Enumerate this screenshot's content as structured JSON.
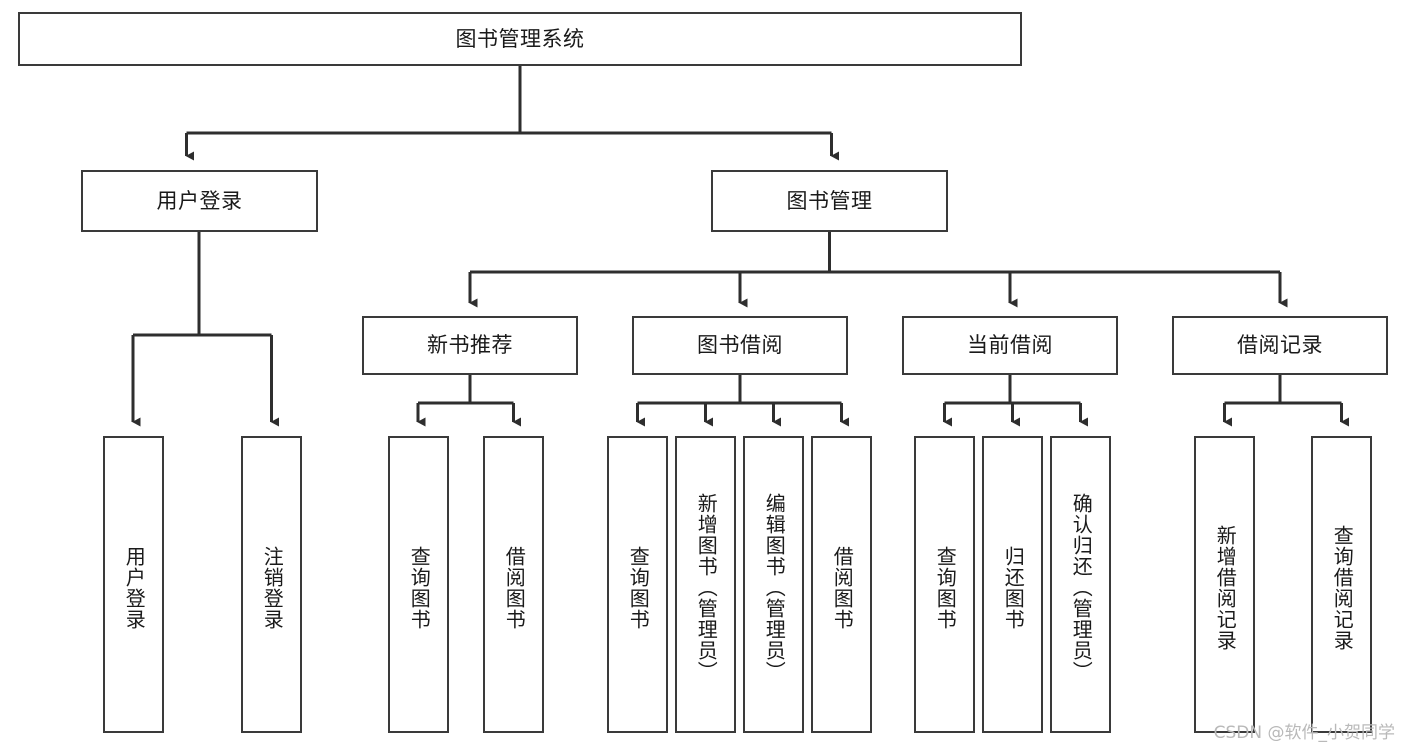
{
  "diagram": {
    "type": "tree-hierarchy",
    "title": "图书管理系统",
    "watermark": "CSDN @软件_小贺同学",
    "colors": {
      "background": "#ffffff",
      "border": "#3a3a3a",
      "line": "#2e2e2e",
      "text": "#1a1a1a",
      "watermark": "#b9b9b9"
    },
    "levels": {
      "root": {
        "label": "图书管理系统"
      },
      "level2": [
        {
          "id": "user-login",
          "label": "用户登录"
        },
        {
          "id": "book-management",
          "label": "图书管理"
        }
      ],
      "level3": [
        {
          "id": "new-book-recommend",
          "label": "新书推荐"
        },
        {
          "id": "book-borrow",
          "label": "图书借阅"
        },
        {
          "id": "current-borrow",
          "label": "当前借阅"
        },
        {
          "id": "borrow-record",
          "label": "借阅记录"
        }
      ],
      "leaves": [
        {
          "id": "leaf-user-login",
          "parent": "user-login",
          "label": "用户登录"
        },
        {
          "id": "leaf-logout-login",
          "parent": "user-login",
          "label": "注销登录"
        },
        {
          "id": "leaf-query-book-1",
          "parent": "new-book-recommend",
          "label": "查询图书"
        },
        {
          "id": "leaf-borrow-book-1",
          "parent": "new-book-recommend",
          "label": "借阅图书"
        },
        {
          "id": "leaf-query-book-2",
          "parent": "book-borrow",
          "label": "查询图书"
        },
        {
          "id": "leaf-add-book",
          "parent": "book-borrow",
          "label": "新增图书（管理员）"
        },
        {
          "id": "leaf-edit-book",
          "parent": "book-borrow",
          "label": "编辑图书（管理员）"
        },
        {
          "id": "leaf-borrow-book-2",
          "parent": "book-borrow",
          "label": "借阅图书"
        },
        {
          "id": "leaf-query-book-3",
          "parent": "current-borrow",
          "label": "查询图书"
        },
        {
          "id": "leaf-return-book",
          "parent": "current-borrow",
          "label": "归还图书"
        },
        {
          "id": "leaf-confirm-return",
          "parent": "current-borrow",
          "label": "确认归还（管理员）"
        },
        {
          "id": "leaf-add-record",
          "parent": "borrow-record",
          "label": "新增借阅记录"
        },
        {
          "id": "leaf-query-record",
          "parent": "borrow-record",
          "label": "查询借阅记录"
        }
      ]
    }
  }
}
